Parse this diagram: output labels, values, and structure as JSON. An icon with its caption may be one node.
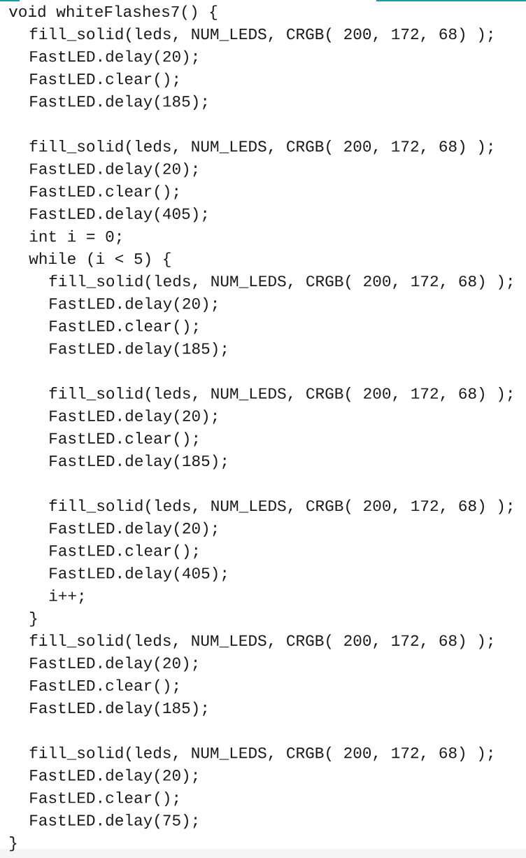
{
  "diagram": {
    "labels": [
      "void whiteFlashes7() {",
      "fill_solid(leds, NUM_LEDS, CRGB( 200, 172, 68) );",
      "FastLED.delay(20);",
      "FastLED.clear();",
      "FastLED.delay(185);",
      "fill_solid(leds, NUM_LEDS, CRGB( 200, 172, 68) );",
      "FastLED.delay(20);",
      "FastLED.clear();",
      "FastLED.delay(405);",
      "int i = 0;",
      "while (i < 5) {",
      "fill_solid(leds, NUM_LEDS, CRGB( 200, 172, 68) );",
      "FastLED.delay(20);",
      "FastLED.clear();",
      "FastLED.delay(185);",
      "fill_solid(leds, NUM_LEDS, CRGB( 200, 172, 68) );",
      "FastLED.delay(20);",
      "FastLED.clear();",
      "FastLED.delay(185);",
      "fill_solid(leds, NUM_LEDS, CRGB( 200, 172, 68) );",
      "FastLED.delay(20);",
      "FastLED.clear();",
      "FastLED.delay(405);",
      "i++;",
      "}",
      "fill_solid(leds, NUM_LEDS, CRGB( 200, 172, 68) );",
      "FastLED.delay(20);",
      "FastLED.clear();",
      "FastLED.delay(185);",
      "fill_solid(leds, NUM_LEDS, CRGB( 200, 172, 68) );",
      "FastLED.delay(20);",
      "FastLED.clear();",
      "FastLED.delay(75);",
      "}"
    ]
  }
}
